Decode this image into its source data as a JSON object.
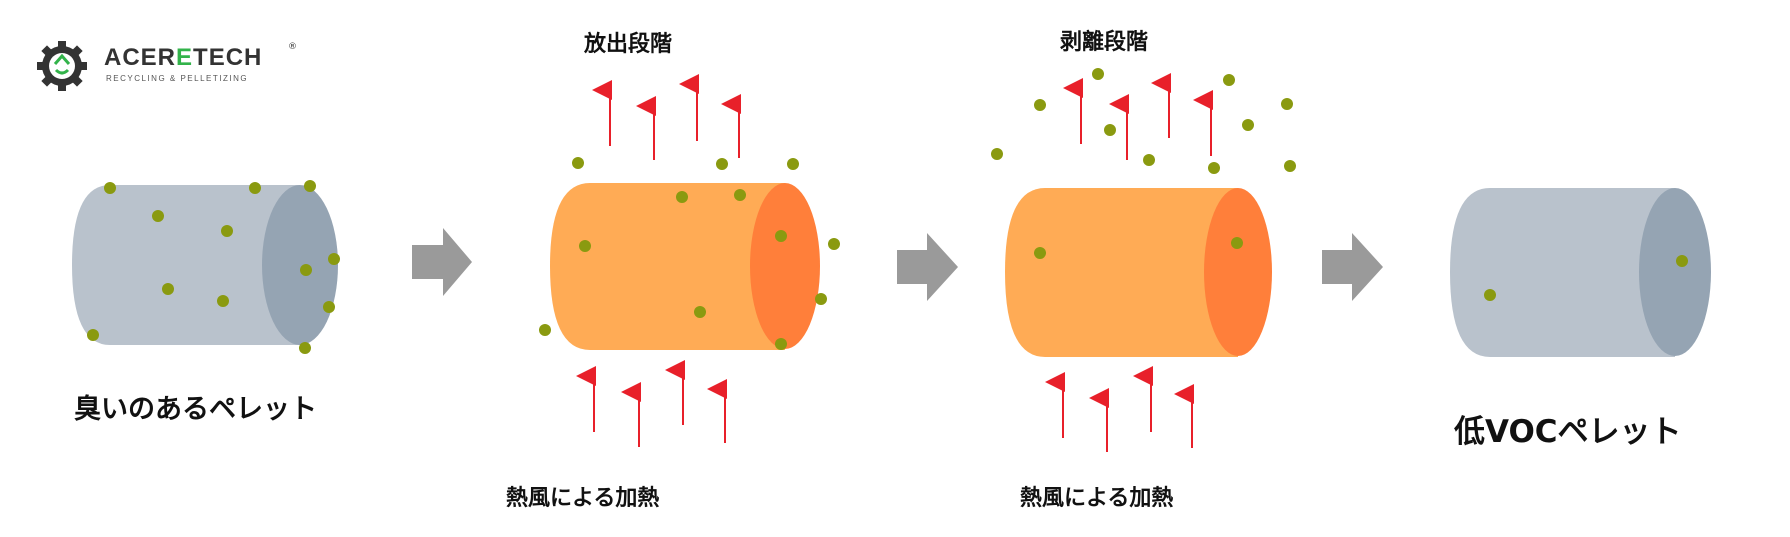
{
  "logo": {
    "brand_main": "ACERETECH",
    "brand_main_prefix": "ACER",
    "brand_main_highlight": "E",
    "brand_main_suffix": "TECH",
    "registered": "®",
    "tagline": "RECYCLING & PELLETIZING"
  },
  "stages": {
    "release_phase": "放出段階",
    "stripping_phase": "剥離段階"
  },
  "labels": {
    "smelly_pellet": "臭いのあるペレット",
    "low_voc_pellet": "低VOCペレット",
    "hot_air_heating_1": "熱風による加熱",
    "hot_air_heating_2": "熱風による加熱"
  },
  "colors": {
    "gray_body": "#b9c2cc",
    "gray_end": "#95a4b3",
    "orange_body": "#ffab55",
    "orange_end": "#ff7f3a",
    "particle": "#8a9a10",
    "arrow_red": "#e8202a",
    "flow_arrow": "#9a9a9a",
    "logo_green": "#32b34a"
  }
}
